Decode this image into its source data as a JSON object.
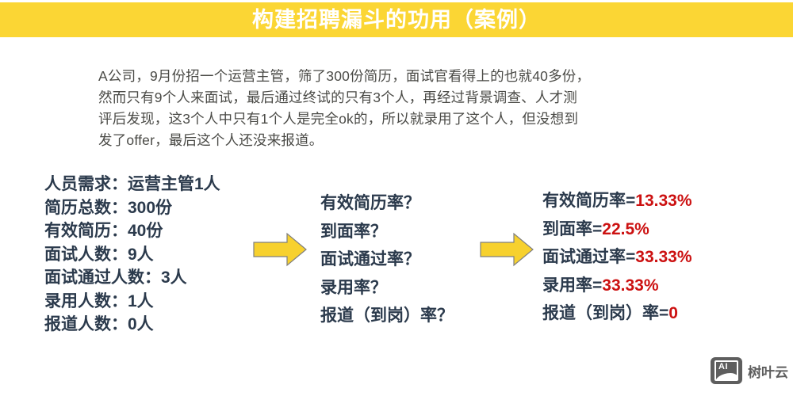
{
  "slide": {
    "title": "构建招聘漏斗的功用（案例）",
    "title_bar_color": "#FBD634",
    "title_text_color": "#FFFFFF",
    "background_color": "#FFFFFF"
  },
  "intro": {
    "lines": [
      "A公司，9月份招一个运营主管，筛了300份简历，面试官看得上的也就40多份，",
      "然而只有9个人来面试，最后通过终试的只有3个人，再经过背景调查、人才测",
      "评后发现，这3个人中只有1个人是完全ok的，所以就录用了这个人，但没想到",
      "发了offer，最后这个人还没来报道。"
    ]
  },
  "facts": {
    "lines": [
      "人员需求：运营主管1人",
      "简历总数：300份",
      "有效简历：40份",
      "面试人数：9人",
      "面试通过人数：3人",
      "录用人数：1人",
      "报道人数：0人"
    ]
  },
  "questions": {
    "lines": [
      "有效简历率？",
      "到面率？",
      "面试通过率？",
      "录用率？",
      "报道（到岗）率？"
    ]
  },
  "answers": {
    "rows": [
      {
        "label": "有效简历率=",
        "value": "13.33%"
      },
      {
        "label": "到面率=",
        "value": "22.5%"
      },
      {
        "label": "面试通过率=",
        "value": "33.33%"
      },
      {
        "label": "录用率=",
        "value": "33.33%"
      },
      {
        "label": "报道（到岗）率=",
        "value": "0"
      }
    ],
    "value_color": "#CC1111",
    "label_color": "#2B3A4C"
  },
  "arrows": [
    {
      "name": "arrow-facts-to-questions",
      "color": "#F7D12E"
    },
    {
      "name": "arrow-questions-to-answers",
      "color": "#F7D12E"
    }
  ],
  "watermark": {
    "icon": "ai-image-icon",
    "icon_label": "AI",
    "text": "树叶云"
  }
}
